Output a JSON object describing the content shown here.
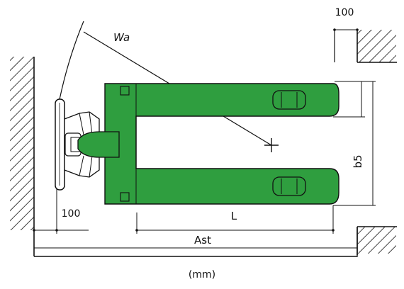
{
  "diagram": {
    "labels": {
      "wa": "Wa",
      "clearance_top": "100",
      "clearance_left": "100",
      "b5": "b5",
      "l": "L",
      "ast": "Ast",
      "unit": "(mm)"
    },
    "colors": {
      "body": "#2f9e3f",
      "outline": "#111111",
      "wall_hatch": "#111111",
      "background": "#ffffff"
    }
  }
}
